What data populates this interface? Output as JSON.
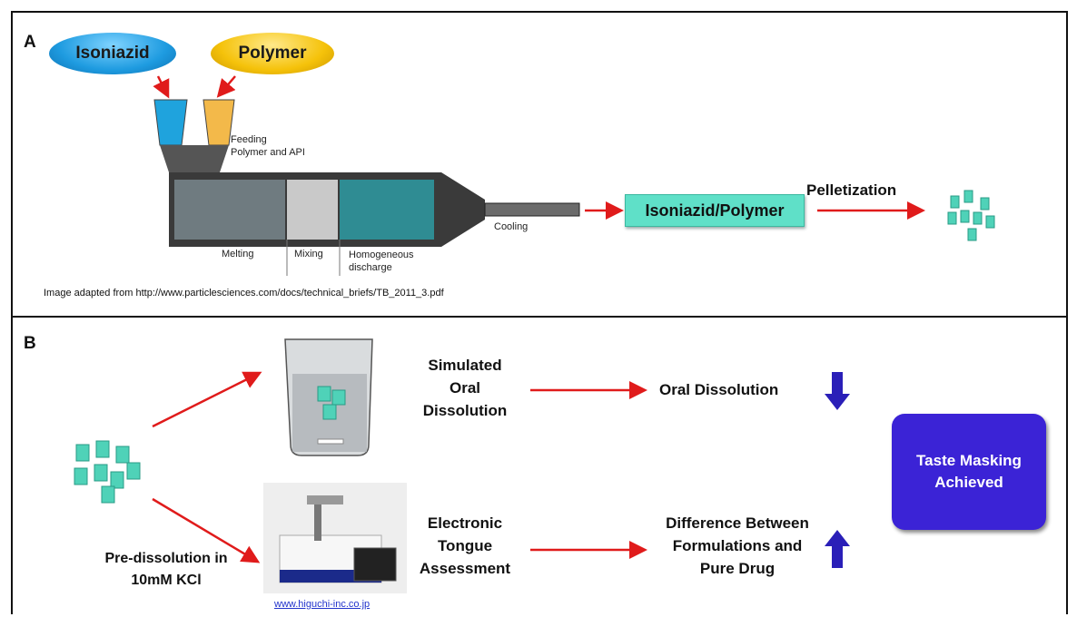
{
  "panel_a": {
    "label": "A",
    "isoniazid": "Isoniazid",
    "polymer": "Polymer",
    "feeding": [
      "Feeding",
      "Polymer and API"
    ],
    "cooling": "Cooling",
    "melting": "Melting",
    "mixing": "Mixing",
    "homogeneous": [
      "Homogeneous",
      "discharge"
    ],
    "product": "Isoniazid/Polymer",
    "pelletization": "Pelletization",
    "credit": "Image adapted from  http://www.particlesciences.com/docs/technical_briefs/TB_2011_3.pdf"
  },
  "panel_b": {
    "label": "B",
    "simulated": [
      "Simulated",
      "Oral",
      "Dissolution"
    ],
    "oral_dissolution": "Oral Dissolution",
    "electronic": [
      "Electronic",
      "Tongue",
      "Assessment"
    ],
    "difference": [
      "Difference Between",
      "Formulations and",
      "Pure Drug"
    ],
    "prediss": [
      "Pre-dissolution in",
      "10mM KCl"
    ],
    "taste": [
      "Taste Masking",
      "Achieved"
    ],
    "link": "www.higuchi-inc.co.jp"
  },
  "colors": {
    "isoniazid_pill": "#1e9be0",
    "polymer_pill": "#f5c20a",
    "product_box": "#5fe0c8",
    "arrow_red": "#e01b1b",
    "arrow_blue": "#2a1fb8",
    "taste_box": "#3b23d6"
  }
}
